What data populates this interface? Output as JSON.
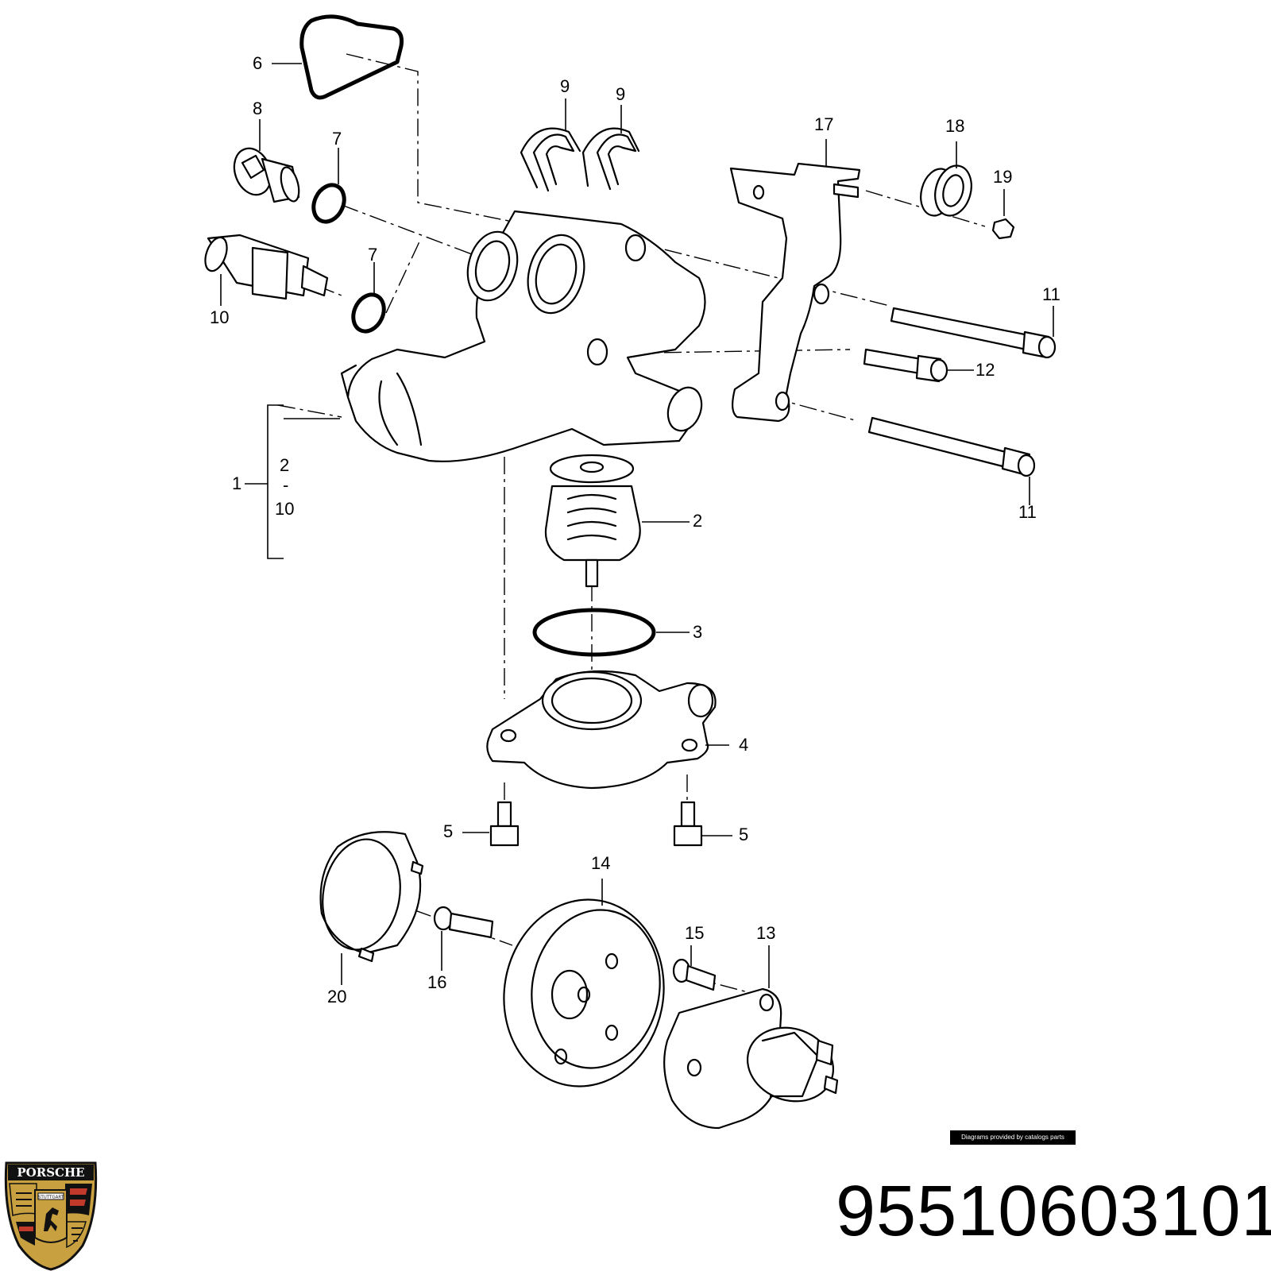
{
  "diagram": {
    "callouts": {
      "c1": "1",
      "c2_range_top": "2",
      "c2_range_dash": "-",
      "c2_range_bottom": "10",
      "c2": "2",
      "c3": "3",
      "c4": "4",
      "c5a": "5",
      "c5b": "5",
      "c6": "6",
      "c7a": "7",
      "c7b": "7",
      "c8": "8",
      "c9a": "9",
      "c9b": "9",
      "c10": "10",
      "c11a": "11",
      "c11b": "11",
      "c12": "12",
      "c13": "13",
      "c14": "14",
      "c15": "15",
      "c16": "16",
      "c17": "17",
      "c18": "18",
      "c19": "19",
      "c20": "20"
    },
    "credit": "Diagrams provided by catalogs parts",
    "part_number": "95510603101"
  },
  "logo": {
    "text": "PORSCHE",
    "city": "STUTTGART",
    "colors": {
      "red": "#c0392b",
      "black": "#111111",
      "gold": "#c8a040"
    }
  }
}
